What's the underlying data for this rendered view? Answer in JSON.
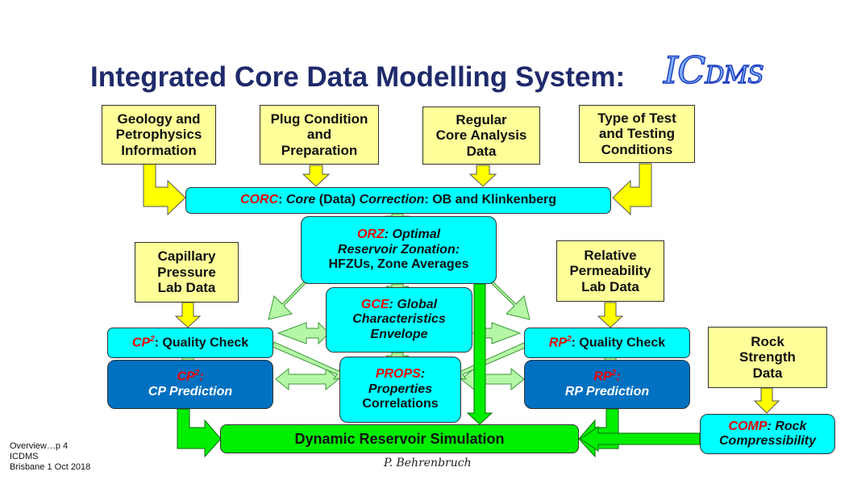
{
  "title": "Integrated Core Data Modelling System:",
  "logo": {
    "big1": "IC",
    "small": "DMS"
  },
  "inputs": {
    "geology": [
      "Geology and",
      "Petrophysics",
      "Information"
    ],
    "plug": [
      "Plug Condition",
      "and",
      "Preparation"
    ],
    "regular": [
      "Regular",
      "Core Analysis",
      "Data"
    ],
    "test": [
      "Type of Test",
      "and Testing",
      "Conditions"
    ],
    "capillary": [
      "Capillary",
      "Pressure",
      "Lab Data"
    ],
    "relperm": [
      "Relative",
      "Permeability",
      "Lab Data"
    ],
    "rock": [
      "Rock",
      "Strength",
      "Data"
    ]
  },
  "corc": {
    "acronym": "CORC",
    "sep": ": ",
    "core": "Core",
    "data": " (Data) ",
    "correction": "Correction",
    "rest": ": OB and Klinkenberg"
  },
  "orz": {
    "acronym": "ORZ",
    "rest1": ": Optimal",
    "line2": "Reservoir Zonation:",
    "line3": "HFZUs, Zone Averages"
  },
  "gce": {
    "acronym": "GCE",
    "rest1": ": Global",
    "line2": "Characteristics",
    "line3": "Envelope"
  },
  "props": {
    "acronym": "PROPS",
    "rest1": ":",
    "line2": "Properties",
    "line3": "Correlations"
  },
  "cp_check": {
    "acronym": "CP",
    "sup": "2",
    "rest": ": Quality Check"
  },
  "cp_pred": {
    "acronym": "CP",
    "sup": "2",
    "rest": ":",
    "line2": "CP Prediction"
  },
  "rp_check": {
    "acronym": "RP",
    "sup": "2",
    "rest": ": Quality Check"
  },
  "rp_pred": {
    "acronym": "RP",
    "sup": "2",
    "rest": ":",
    "line2": "RP Prediction"
  },
  "comp": {
    "acronym": "COMP",
    "rest1": ": Rock",
    "line2": "Compressibility"
  },
  "sim": {
    "label": "Dynamic Reservoir Simulation"
  },
  "footer": {
    "line1": "Overview…p 4",
    "line2": "ICDMS",
    "line3": "Brisbane 1 Oct 2018"
  },
  "signature": "P. Behrenbruch",
  "colors": {
    "input": "#ffff99",
    "module": "#00ffff",
    "prediction": "#0070c0",
    "simulation": "#00ee00",
    "acronym": "#ee0000",
    "title": "#1f2a6b"
  }
}
